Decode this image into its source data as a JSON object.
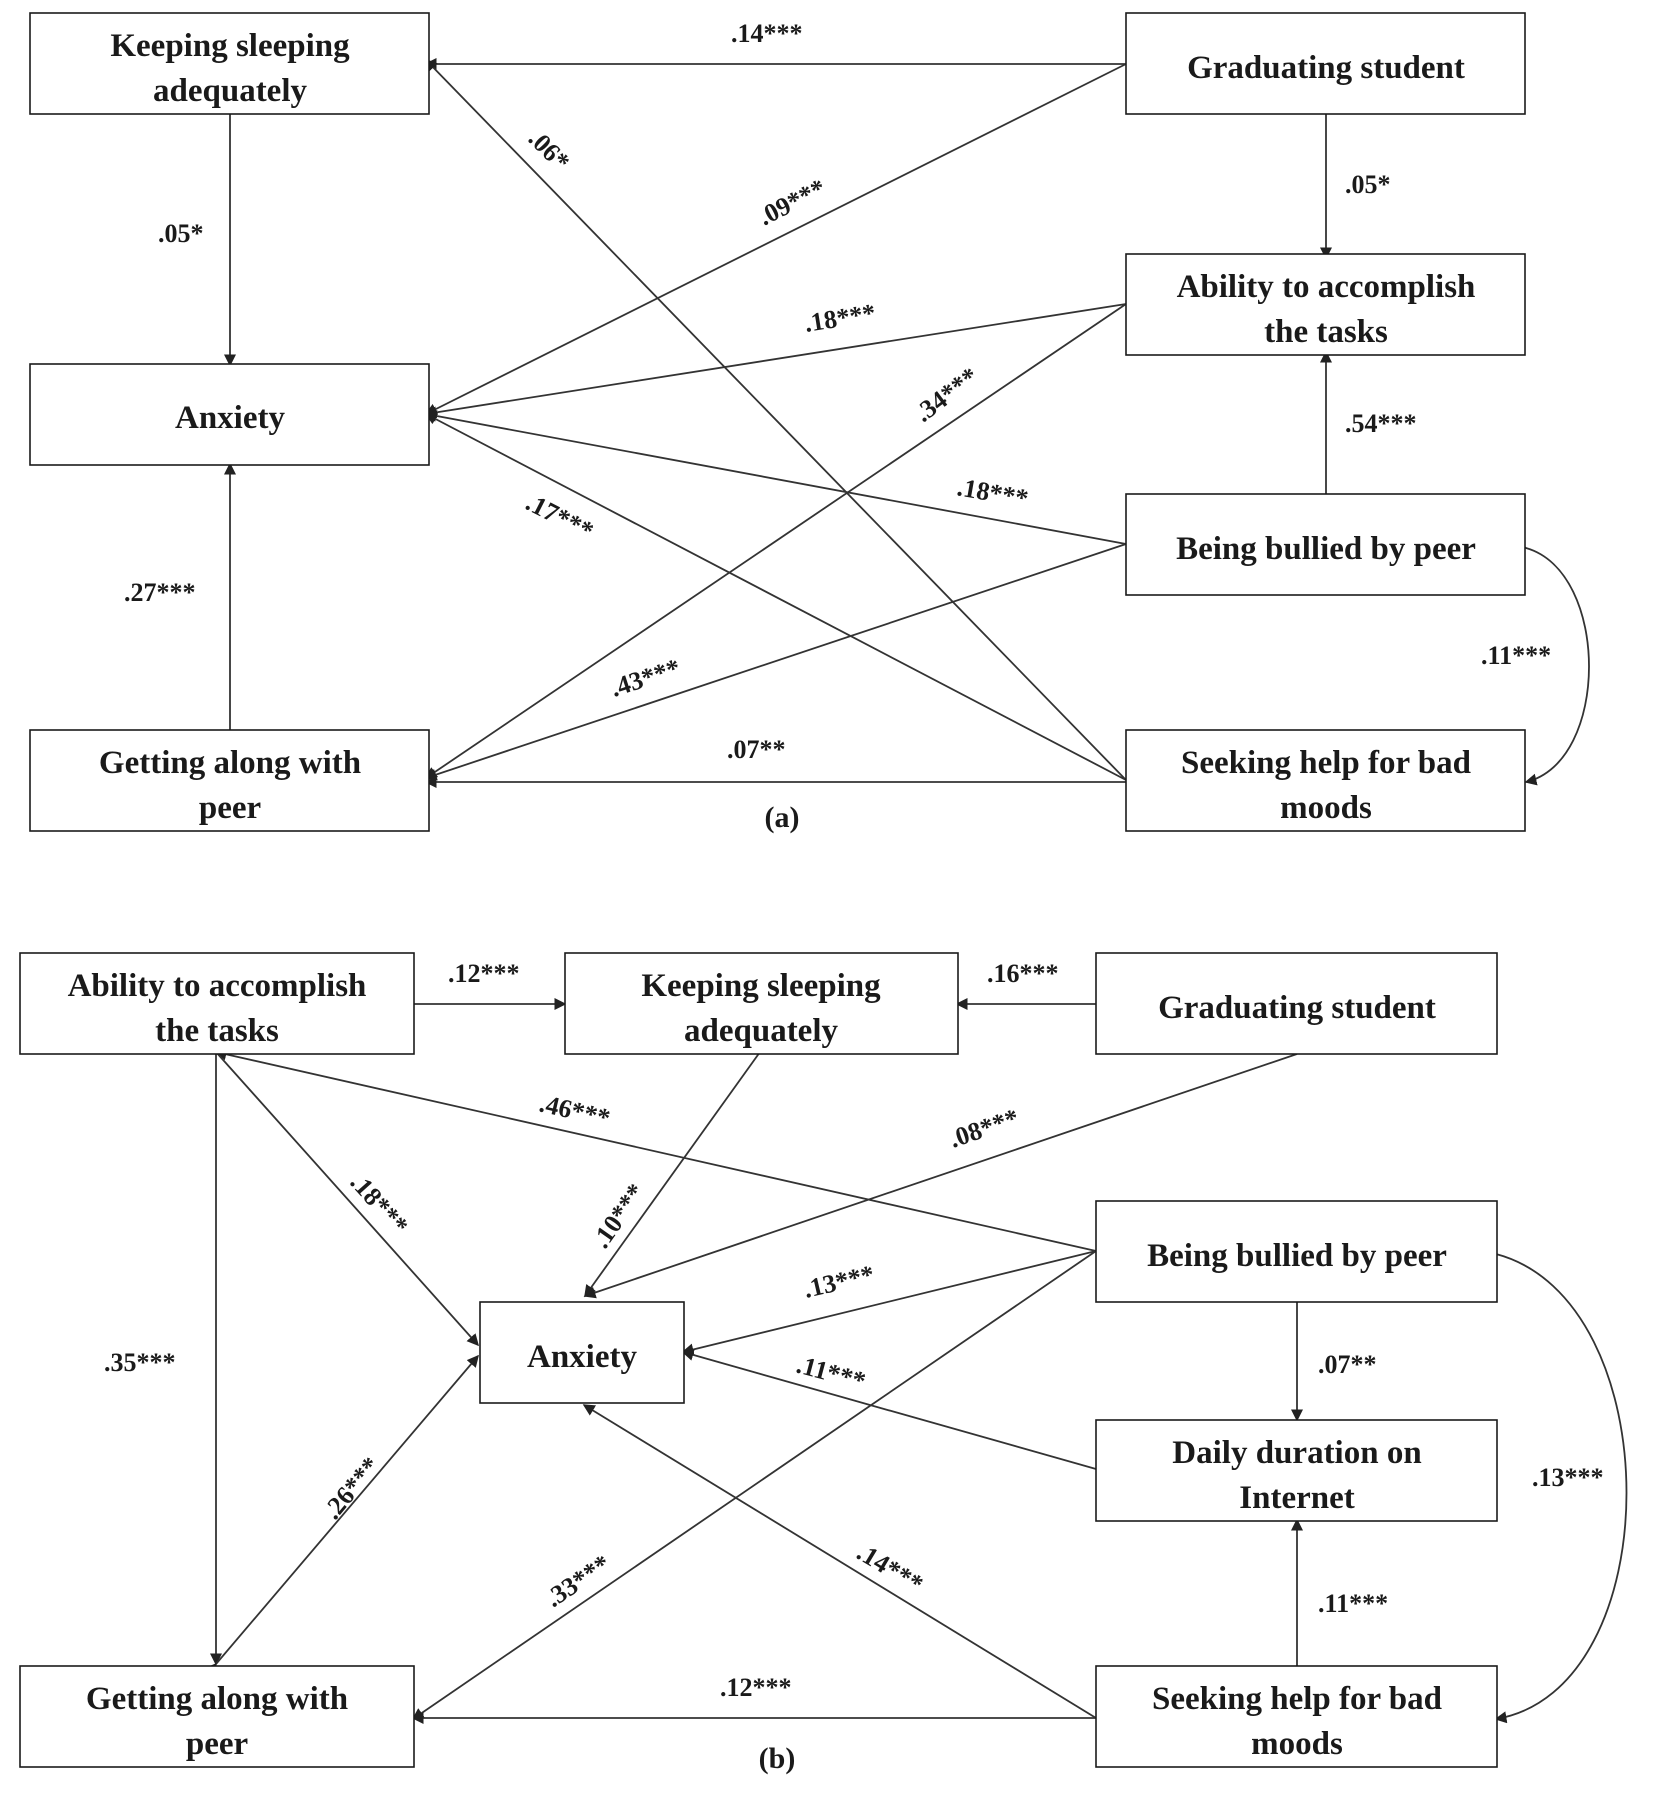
{
  "panels": [
    {
      "id": "a",
      "caption": "(a)",
      "nodes": {
        "sleep": [
          "Keeping sleeping",
          "adequately"
        ],
        "grad": [
          "Graduating student"
        ],
        "ability": [
          "Ability to accomplish",
          "the tasks"
        ],
        "anxiety": [
          "Anxiety"
        ],
        "bullied": [
          "Being bullied by peer"
        ],
        "peer": [
          "Getting along with",
          "peer"
        ],
        "help": [
          "Seeking help for bad",
          "moods"
        ]
      },
      "paths": [
        {
          "from": "grad",
          "to": "sleep",
          "coef": ".14***"
        },
        {
          "from": "help",
          "to": "sleep",
          "coef": ".06*"
        },
        {
          "from": "sleep",
          "to": "anxiety",
          "coef": ".05*"
        },
        {
          "from": "grad",
          "to": "anxiety",
          "coef": ".09***"
        },
        {
          "from": "grad",
          "to": "ability",
          "coef": ".05*"
        },
        {
          "from": "ability",
          "to": "anxiety",
          "coef": ".18***"
        },
        {
          "from": "ability",
          "to": "peer",
          "coef": ".34***"
        },
        {
          "from": "bullied",
          "to": "ability",
          "coef": ".54***"
        },
        {
          "from": "bullied",
          "to": "anxiety",
          "coef": ".18***"
        },
        {
          "from": "help",
          "to": "anxiety",
          "coef": ".17***"
        },
        {
          "from": "peer",
          "to": "anxiety",
          "coef": ".27***"
        },
        {
          "from": "bullied",
          "to": "peer",
          "coef": ".43***"
        },
        {
          "from": "help",
          "to": "peer",
          "coef": ".07**"
        },
        {
          "from": "bullied",
          "to": "help",
          "coef": ".11***",
          "type": "covariance"
        }
      ]
    },
    {
      "id": "b",
      "caption": "(b)",
      "nodes": {
        "ability": [
          "Ability to accomplish",
          "the tasks"
        ],
        "sleep": [
          "Keeping sleeping",
          "adequately"
        ],
        "grad": [
          "Graduating student"
        ],
        "anxiety": [
          "Anxiety"
        ],
        "bullied": [
          "Being bullied by peer"
        ],
        "internet": [
          "Daily duration on",
          "Internet"
        ],
        "peer": [
          "Getting along with",
          "peer"
        ],
        "help": [
          "Seeking help for bad",
          "moods"
        ]
      },
      "paths": [
        {
          "from": "ability",
          "to": "sleep",
          "coef": ".12***"
        },
        {
          "from": "grad",
          "to": "sleep",
          "coef": ".16***"
        },
        {
          "from": "bullied",
          "to": "ability",
          "coef": ".46***"
        },
        {
          "from": "grad",
          "to": "anxiety",
          "coef": ".08***"
        },
        {
          "from": "ability",
          "to": "anxiety",
          "coef": ".18***"
        },
        {
          "from": "sleep",
          "to": "anxiety",
          "coef": ".10***"
        },
        {
          "from": "ability",
          "to": "peer",
          "coef": ".35***"
        },
        {
          "from": "peer",
          "to": "anxiety",
          "coef": ".26***"
        },
        {
          "from": "bullied",
          "to": "anxiety",
          "coef": ".13***"
        },
        {
          "from": "internet",
          "to": "anxiety",
          "coef": ".11***"
        },
        {
          "from": "bullied",
          "to": "internet",
          "coef": ".07**"
        },
        {
          "from": "help",
          "to": "internet",
          "coef": ".11***"
        },
        {
          "from": "bullied",
          "to": "peer",
          "coef": ".33***"
        },
        {
          "from": "help",
          "to": "anxiety",
          "coef": ".14***"
        },
        {
          "from": "help",
          "to": "peer",
          "coef": ".12***"
        },
        {
          "from": "bullied",
          "to": "help",
          "coef": ".13***",
          "type": "covariance"
        }
      ]
    }
  ]
}
